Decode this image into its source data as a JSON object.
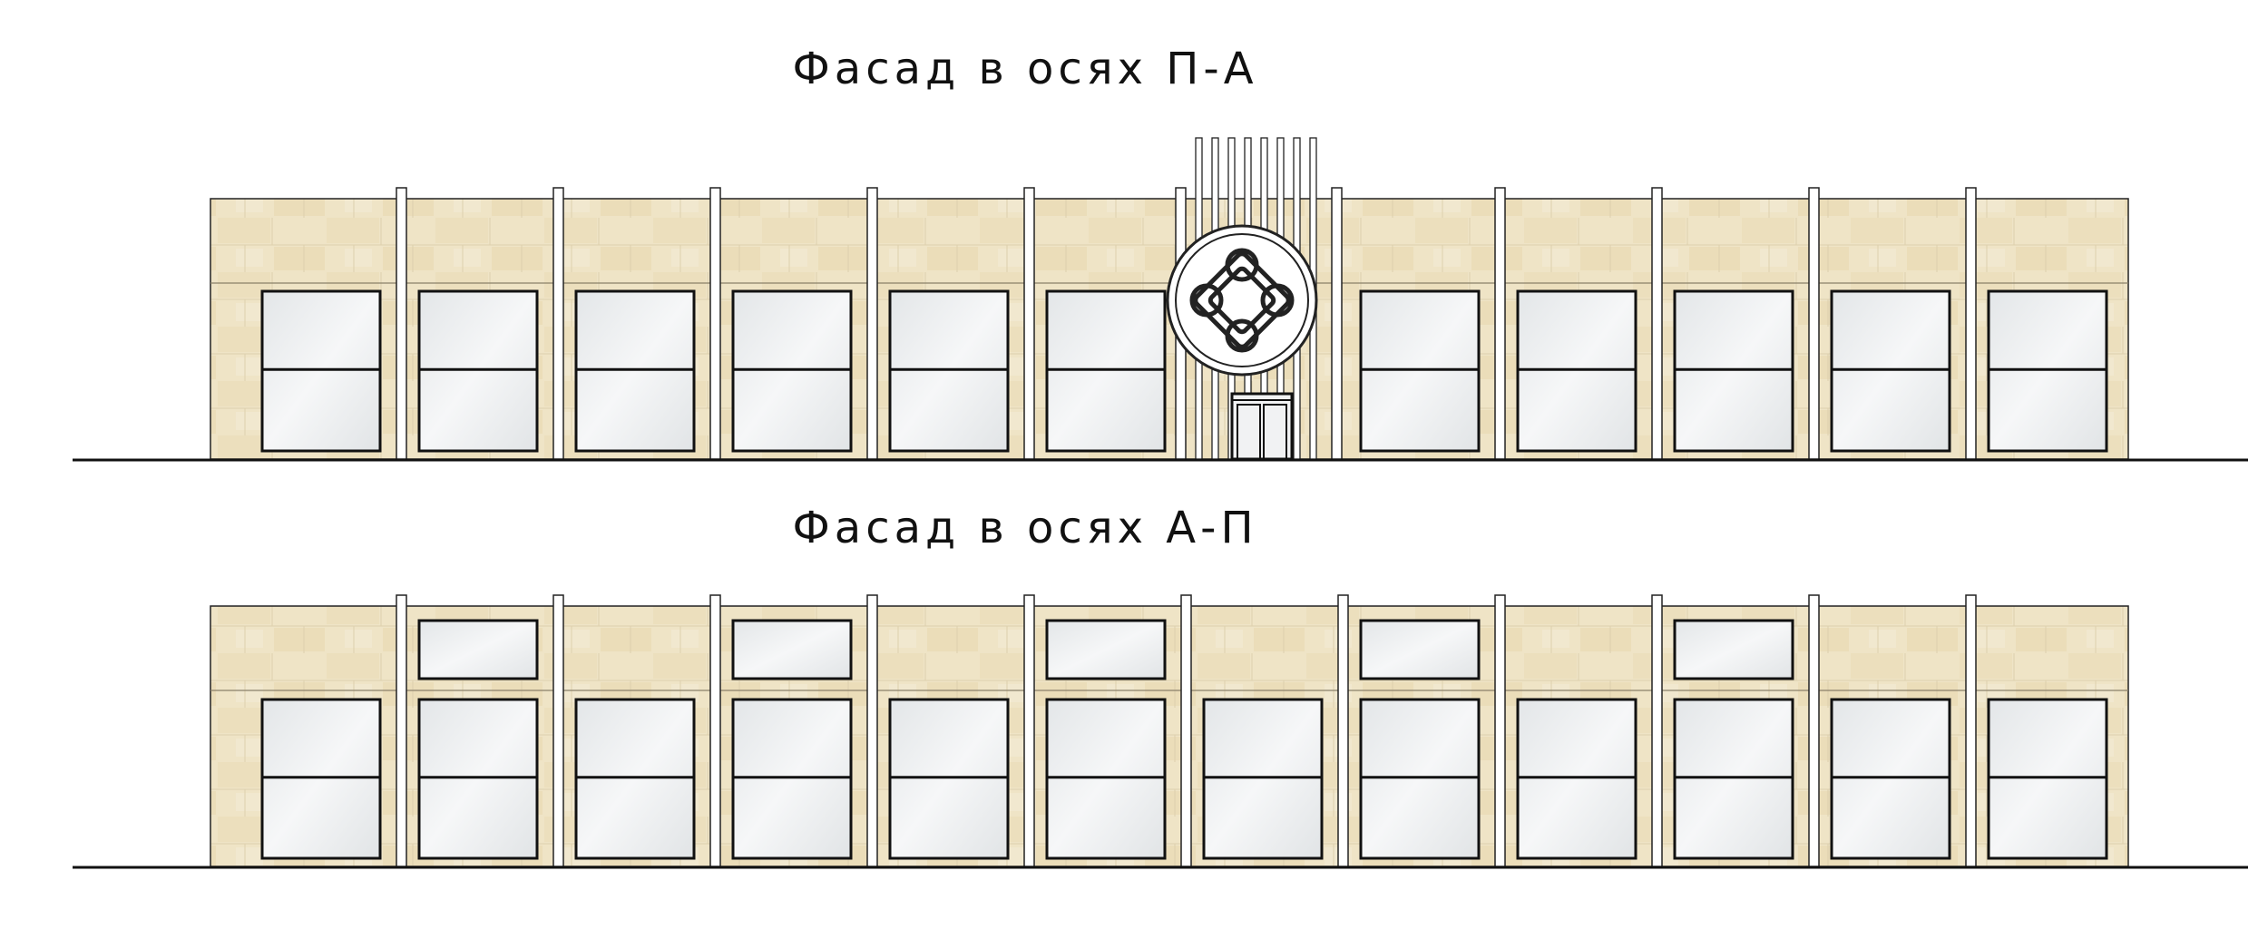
{
  "titles": {
    "top": "Фасад в осях П-А",
    "bottom": "Фасад в осях А-П"
  },
  "colors": {
    "stone": "#efe4c6",
    "stone_dark": "#dccfa9",
    "glass": "#eceeef",
    "line": "#111111",
    "pilaster": "#ffffff"
  },
  "elements": {
    "ornament": "endless-knot-ornament",
    "entrance": "entrance-door"
  }
}
